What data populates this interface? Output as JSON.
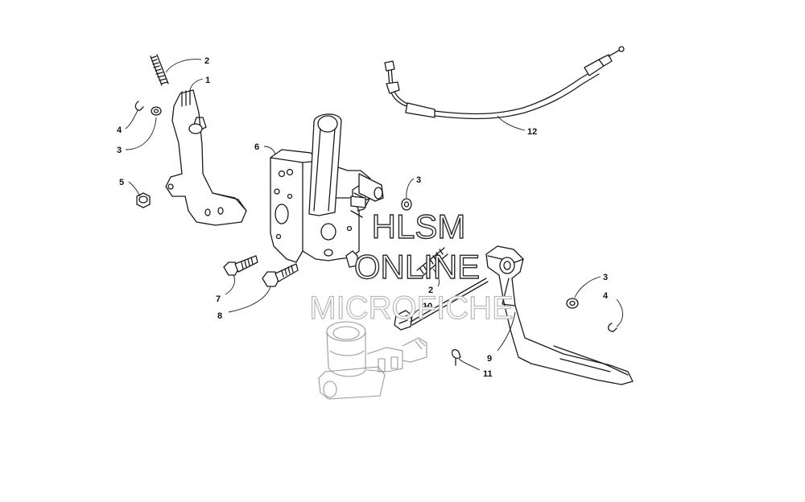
{
  "watermark": {
    "line1": "HLSM",
    "line2": "ONLINE",
    "line3": "MICROFICHE"
  },
  "callouts": [
    {
      "id": "c2a",
      "label": "2"
    },
    {
      "id": "c1",
      "label": "1"
    },
    {
      "id": "c4a",
      "label": "4"
    },
    {
      "id": "c3a",
      "label": "3"
    },
    {
      "id": "c5",
      "label": "5"
    },
    {
      "id": "c6",
      "label": "6"
    },
    {
      "id": "c3b",
      "label": "3"
    },
    {
      "id": "c12",
      "label": "12"
    },
    {
      "id": "c7",
      "label": "7"
    },
    {
      "id": "c8",
      "label": "8"
    },
    {
      "id": "c2b",
      "label": "2"
    },
    {
      "id": "c10",
      "label": "10"
    },
    {
      "id": "c3c",
      "label": "3"
    },
    {
      "id": "c4b",
      "label": "4"
    },
    {
      "id": "c9",
      "label": "9"
    },
    {
      "id": "c11",
      "label": "11"
    }
  ]
}
